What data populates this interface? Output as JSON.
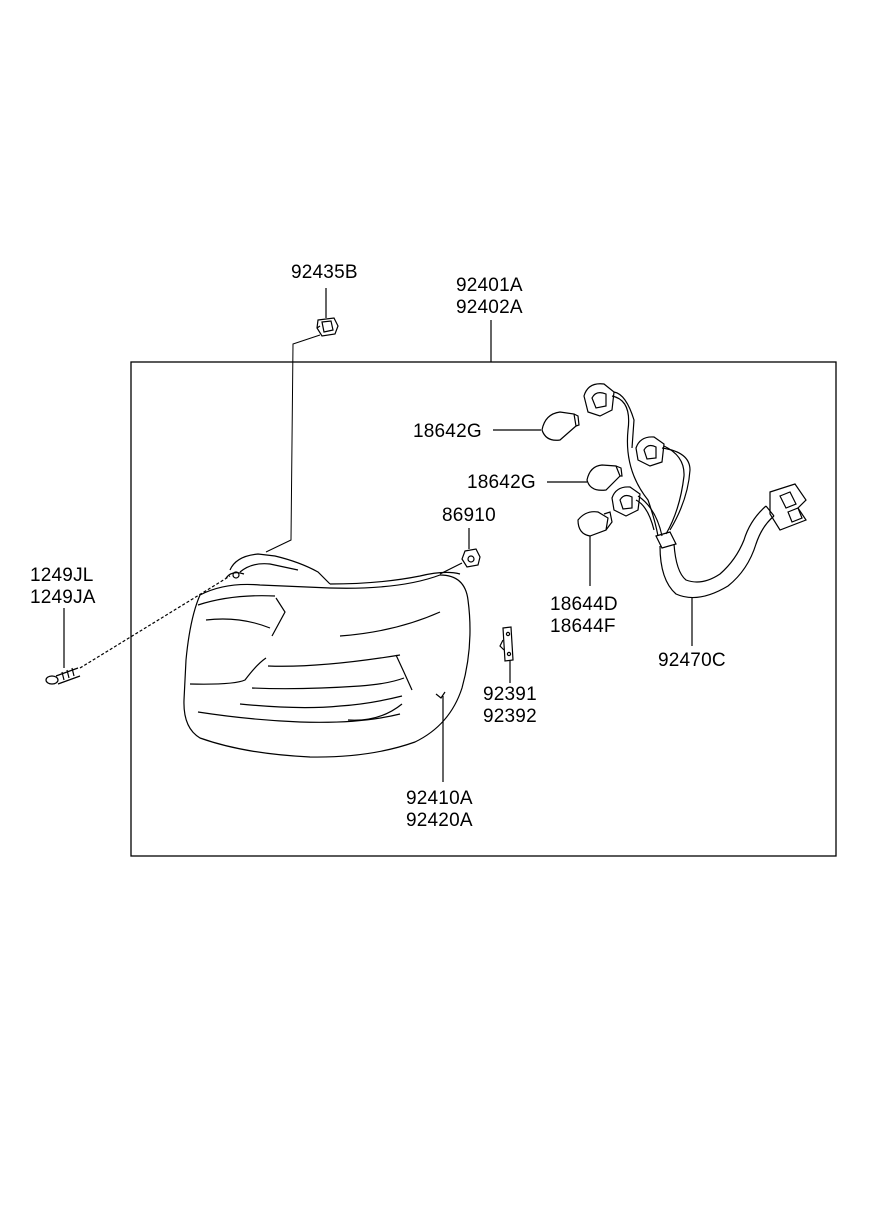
{
  "labels": {
    "bolt_92435B": "92435B",
    "assembly_line1": "92401A",
    "assembly_line2": "92402A",
    "bulb_upper": "18642G",
    "bulb_middle": "18642G",
    "bulb_lower_line1": "18644D",
    "bulb_lower_line2": "18644F",
    "nut_86910": "86910",
    "screw_line1": "1249JL",
    "screw_line2": "1249JA",
    "clip_line1": "92391",
    "clip_line2": "92392",
    "lens_line1": "92410A",
    "lens_line2": "92420A",
    "harness": "92470C"
  },
  "colors": {
    "line": "#000000",
    "background": "#ffffff"
  }
}
